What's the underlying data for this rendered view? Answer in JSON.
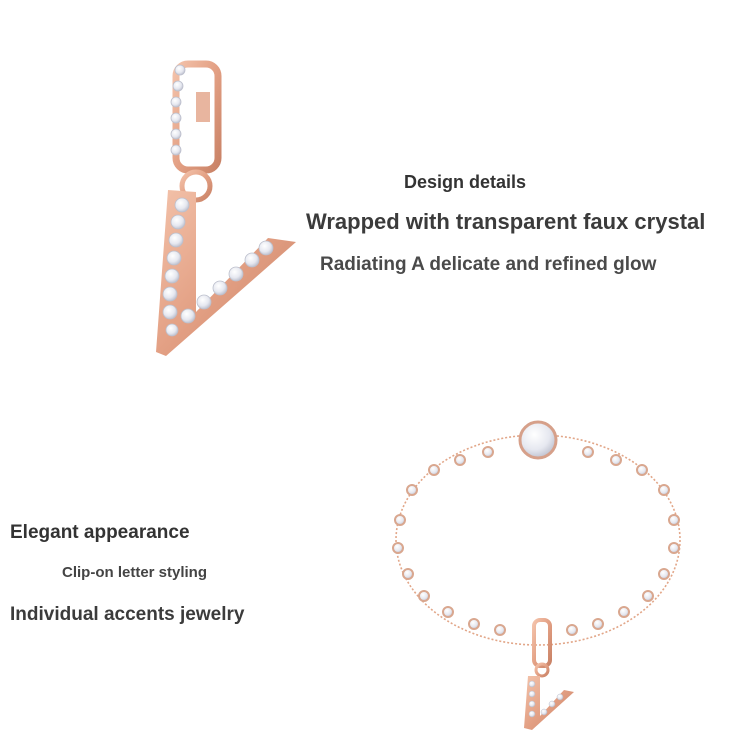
{
  "texts": {
    "design_details": "Design details",
    "wrapped": "Wrapped with transparent faux crystal",
    "radiating": "Radiating A delicate and refined glow",
    "elegant": "Elegant appearance",
    "clip_on": "Clip-on letter styling",
    "individual": "Individual accents jewelry"
  },
  "colors": {
    "rose_gold": "#e7a98d",
    "rose_gold_dark": "#c98266",
    "crystal": "#eef0f6"
  }
}
